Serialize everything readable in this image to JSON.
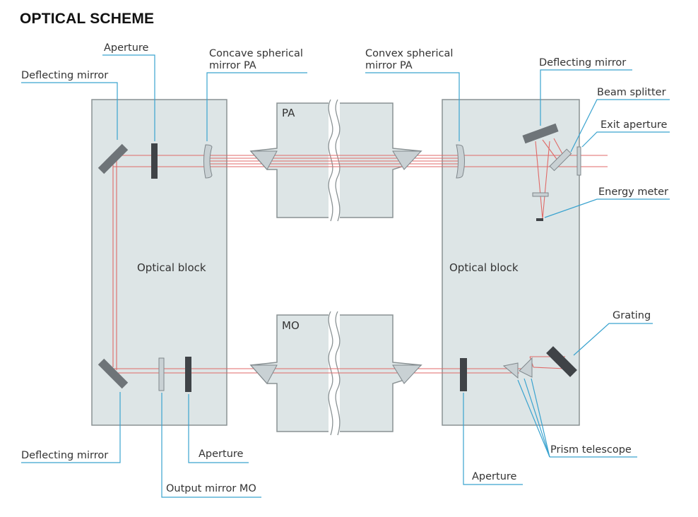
{
  "title": "OPTICAL SCHEME",
  "blocks": {
    "left": "Optical block",
    "right": "Optical block",
    "pa": "PA",
    "mo": "MO"
  },
  "labels": {
    "aperture_top": "Aperture",
    "deflecting_mirror_top_left": "Deflecting mirror",
    "concave_line1": "Concave spherical",
    "concave_line2": "mirror PA",
    "convex_line1": "Convex spherical",
    "convex_line2": "mirror PA",
    "deflecting_mirror_top_right": "Deflecting mirror",
    "beam_splitter": "Beam splitter",
    "exit_aperture": "Exit aperture",
    "energy_meter": "Energy meter",
    "grating": "Grating",
    "prism_telescope": "Prism telescope",
    "deflecting_mirror_bottom_left": "Deflecting mirror",
    "aperture_bottom_left": "Aperture",
    "output_mirror_mo": "Output mirror MO",
    "aperture_bottom_right": "Aperture"
  },
  "colors": {
    "beam": "#e06a68",
    "leader": "#3aa3cf",
    "block_fill": "#dde5e6"
  }
}
